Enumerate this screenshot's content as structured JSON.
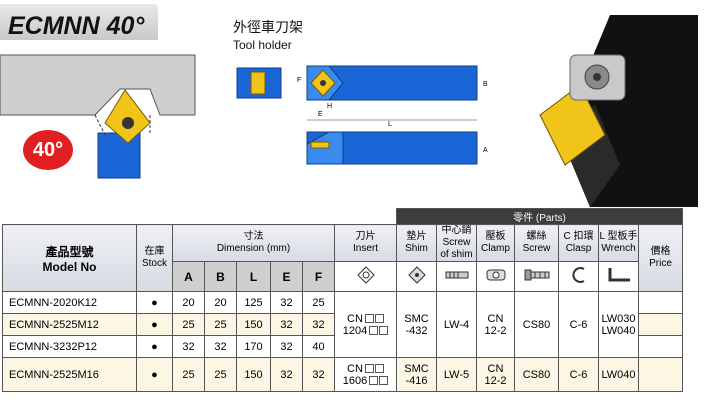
{
  "header": {
    "title": "ECMNN 40°",
    "subtitle_zh": "外徑車刀架",
    "subtitle_en": "Tool holder"
  },
  "badge": {
    "angle": "40°"
  },
  "drawing_labels": {
    "F": "F",
    "B": "B",
    "H": "H",
    "E": "E",
    "L": "L",
    "A": "A"
  },
  "table": {
    "parts_header": "零件 (Parts)",
    "headers": {
      "model_zh": "產品型號",
      "model_en": "Model No",
      "stock_zh": "在庫",
      "stock_en": "Stock",
      "dim_zh": "寸法",
      "dim_en": "Dimension (mm)",
      "insert_zh": "刀片",
      "insert_en": "Insert",
      "shim_zh": "墊片",
      "shim_en": "Shim",
      "screw_of_shim_zh": "中心銷",
      "screw_of_shim_en1": "Screw",
      "screw_of_shim_en2": "of shim",
      "clamp_zh": "壓板",
      "clamp_en": "Clamp",
      "screw_zh": "螺絲",
      "screw_en": "Screw",
      "clasp_zh": "C 扣環",
      "clasp_en": "Clasp",
      "wrench_zh": "L 型板手",
      "wrench_en": "Wrench",
      "price_zh": "價格",
      "price_en": "Price"
    },
    "dim_cols": [
      "A",
      "B",
      "L",
      "E",
      "F"
    ],
    "rows": [
      {
        "model": "ECMNN-2020K12",
        "stock": "●",
        "A": "20",
        "B": "20",
        "L": "125",
        "E": "32",
        "F": "25"
      },
      {
        "model": "ECMNN-2525M12",
        "stock": "●",
        "A": "25",
        "B": "25",
        "L": "150",
        "E": "32",
        "F": "32"
      },
      {
        "model": "ECMNN-3232P12",
        "stock": "●",
        "A": "32",
        "B": "32",
        "L": "170",
        "E": "32",
        "F": "40"
      },
      {
        "model": "ECMNN-2525M16",
        "stock": "●",
        "A": "25",
        "B": "25",
        "L": "150",
        "E": "32",
        "F": "32"
      }
    ],
    "group1": {
      "insert_line1": "CN",
      "insert_line2": "1204",
      "shim_line1": "SMC",
      "shim_line2": "-432",
      "screw_of_shim": "LW-4",
      "clamp_line1": "CN",
      "clamp_line2": "12-2",
      "screw": "CS80",
      "clasp": "C-6",
      "wrench_line1": "LW030",
      "wrench_line2": "LW040"
    },
    "group2": {
      "insert_line1": "CN",
      "insert_line2": "1606",
      "shim_line1": "SMC",
      "shim_line2": "-416",
      "screw_of_shim": "LW-5",
      "clamp_line1": "CN",
      "clamp_line2": "12-2",
      "screw": "CS80",
      "clasp": "C-6",
      "wrench": "LW040"
    }
  },
  "colors": {
    "tool_blue": "#1b66d6",
    "insert_yellow": "#f0c419",
    "badge_red": "#e02020",
    "row_highlight": "#fbf7e4"
  }
}
